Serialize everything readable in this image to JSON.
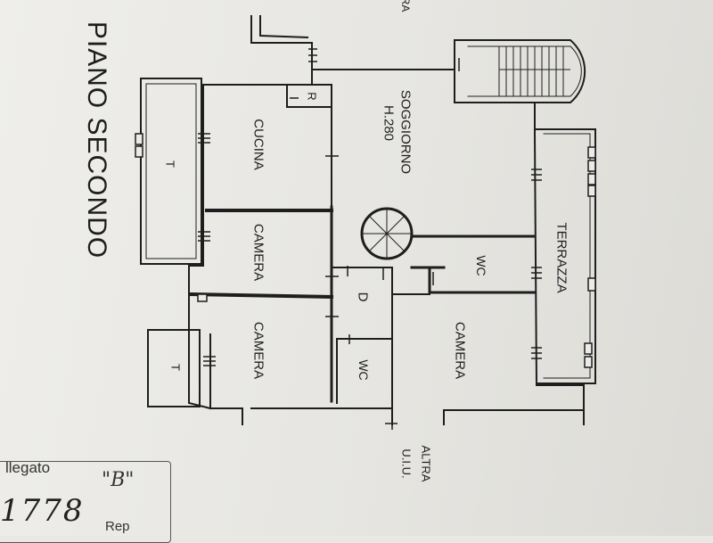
{
  "sheet": {
    "title": "PIANO SECONDO",
    "corner_partial": "RA",
    "altra": "ALTRA",
    "uiu": "U.I.U.",
    "stamp_label": "llegato",
    "stamp_quote": "\"B\"",
    "stamp_number": "1778",
    "stamp_rep": "Rep"
  },
  "rooms": {
    "soggiorno": "SOGGIORNO",
    "soggiorno_height": "H.280",
    "cucina": "CUCINA",
    "camera_1": "CAMERA",
    "camera_2": "CAMERA",
    "camera_3": "CAMERA",
    "terrazza": "TERRAZZA",
    "wc_1": "WC",
    "wc_2": "WC",
    "d": "D",
    "r": "R",
    "t_1": "T",
    "t_2": "T"
  },
  "colors": {
    "ink": "#1e1e1e",
    "paper": "#ecebe7"
  }
}
